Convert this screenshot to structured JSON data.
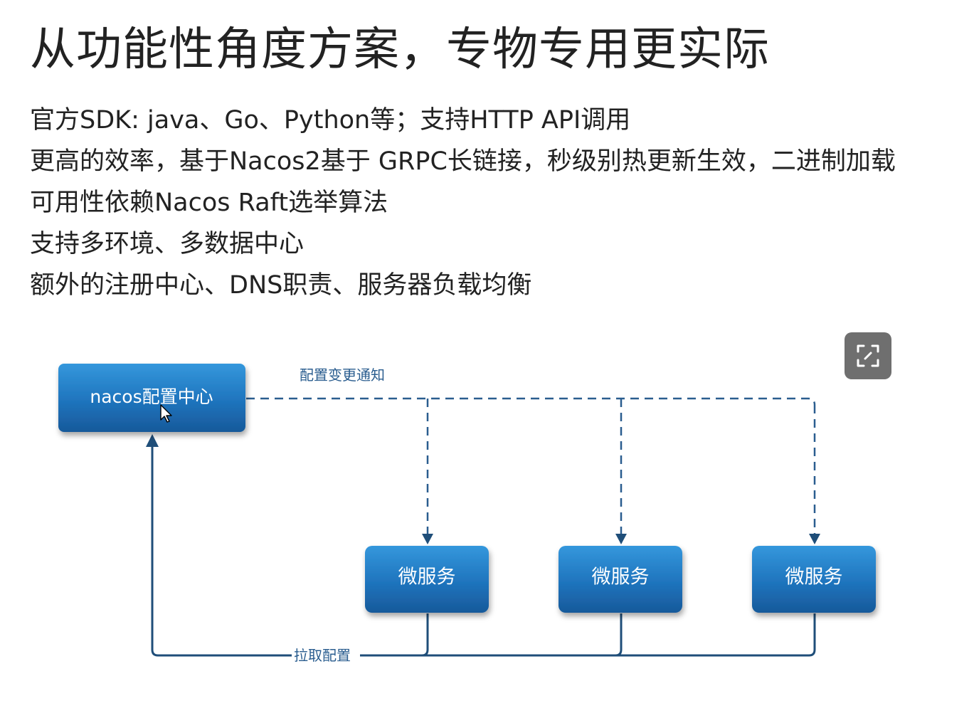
{
  "slide": {
    "title": "从功能性角度方案，专物专用更实际",
    "bullets": [
      "官方SDK: java、Go、Python等；支持HTTP API调用",
      "更高的效率，基于Nacos2基于 GRPC长链接，秒级别热更新生效，二进制加载",
      "可用性依赖Nacos Raft选举算法",
      "支持多环境、多数据中心",
      "额外的注册中心、DNS职责、服务器负载均衡"
    ]
  },
  "diagram": {
    "config_center_label": "nacos配置中心",
    "microservice_labels": [
      "微服务",
      "微服务",
      "微服务"
    ],
    "notify_edge_label": "配置变更通知",
    "pull_edge_label": "拉取配置",
    "box_color_top": "#2f8fd8",
    "box_color_bottom": "#1a5e9e",
    "edge_color": "#1f4e79"
  },
  "controls": {
    "expand_icon": "expand-icon"
  }
}
